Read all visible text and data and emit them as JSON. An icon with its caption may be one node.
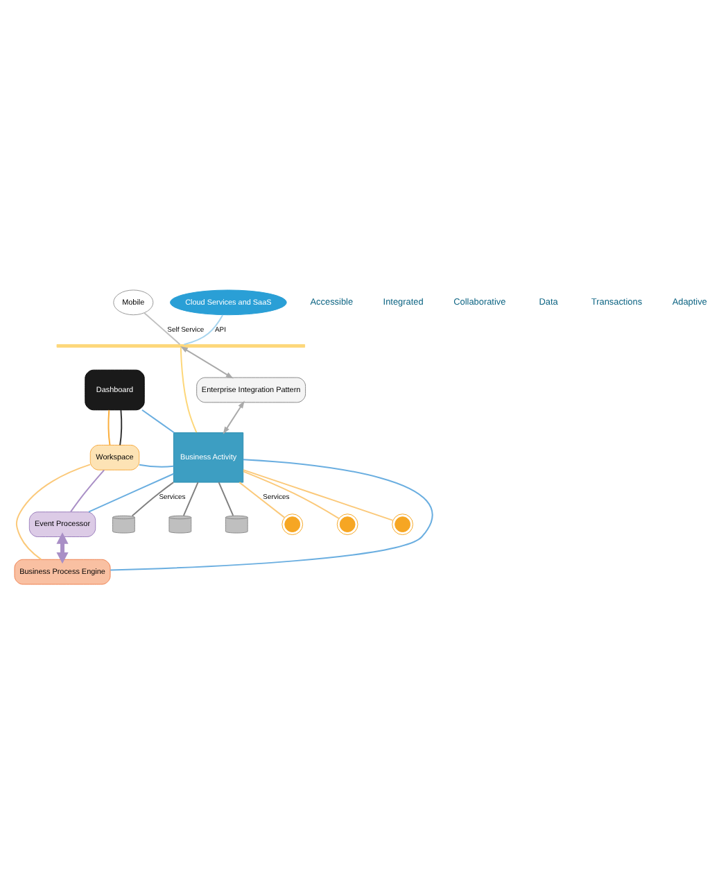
{
  "diagram": {
    "nodes": [
      {
        "text": [
          "Mobile"
        ]
      },
      {
        "text": [
          "Cloud Services and SaaS"
        ]
      },
      {
        "text": [],
        "shape": "bar"
      },
      {
        "text": [
          "Enterprise Integration Pattern"
        ]
      },
      {
        "text": [
          "Dashboard"
        ]
      },
      {
        "text": [
          "Workspace"
        ]
      },
      {
        "text": [
          "Business Activity"
        ]
      },
      {
        "text": [],
        "shape": "cylinder"
      },
      {
        "text": [],
        "shape": "cylinder"
      },
      {
        "text": [],
        "shape": "cylinder"
      },
      {
        "text": [],
        "shape": "gear"
      },
      {
        "text": [],
        "shape": "gear"
      },
      {
        "text": [],
        "shape": "gear"
      },
      {
        "text": [
          "Event Processor"
        ]
      },
      {
        "text": [
          "Business Process Engine"
        ]
      }
    ],
    "edges": [
      {
        "from": 0,
        "to": 2,
        "arrow": "none",
        "label": "Self Service",
        "color": "#c0c0c0"
      },
      {
        "from": 1,
        "to": 2,
        "arrow": "none",
        "label": "API",
        "color": "#a6d4ee"
      },
      {
        "from": 2,
        "to": 6,
        "arrow": "none",
        "color": "#fdd77a"
      },
      {
        "from": 2,
        "to": 3,
        "arrow": "both",
        "color": "#aaaaaa"
      },
      {
        "from": 6,
        "to": 3,
        "arrow": "both",
        "color": "#aaaaaa"
      },
      {
        "from": 4,
        "to": 6,
        "arrow": "none",
        "color": "#6aaee0"
      },
      {
        "from": 4,
        "to": 5,
        "arrow": "none",
        "color": "#fbae3c"
      },
      {
        "from": 4,
        "to": 5,
        "arrow": "none",
        "color": "#333333"
      },
      {
        "from": 5,
        "to": 6,
        "arrow": "none",
        "color": "#6aaee0"
      },
      {
        "from": 6,
        "to": 7,
        "arrow": "none",
        "label": "Services",
        "color": "#808080"
      },
      {
        "from": 6,
        "to": 8,
        "arrow": "none",
        "color": "#808080"
      },
      {
        "from": 6,
        "to": 9,
        "arrow": "none",
        "color": "#808080"
      },
      {
        "from": 6,
        "to": 10,
        "arrow": "none",
        "label": "Services",
        "color": "#fbc97a"
      },
      {
        "from": 6,
        "to": 11,
        "arrow": "none",
        "color": "#fbc97a"
      },
      {
        "from": 6,
        "to": 12,
        "arrow": "none",
        "color": "#fbc97a"
      },
      {
        "from": 5,
        "to": 13,
        "arrow": "none",
        "color": "#a98fc6"
      },
      {
        "from": 5,
        "to": 14,
        "arrow": "none",
        "color": "#fbc97a"
      },
      {
        "from": 6,
        "to": 13,
        "arrow": "none",
        "color": "#6aaee0"
      },
      {
        "from": 6,
        "to": 14,
        "arrow": "none",
        "color": "#6aaee0"
      },
      {
        "from": 13,
        "to": 14,
        "arrow": "both",
        "style": "thick",
        "color": "#a98fc6"
      }
    ],
    "labels": [
      "Accessible",
      "Integrated",
      "Collaborative",
      "Data",
      "Transactions",
      "Adaptive"
    ]
  }
}
